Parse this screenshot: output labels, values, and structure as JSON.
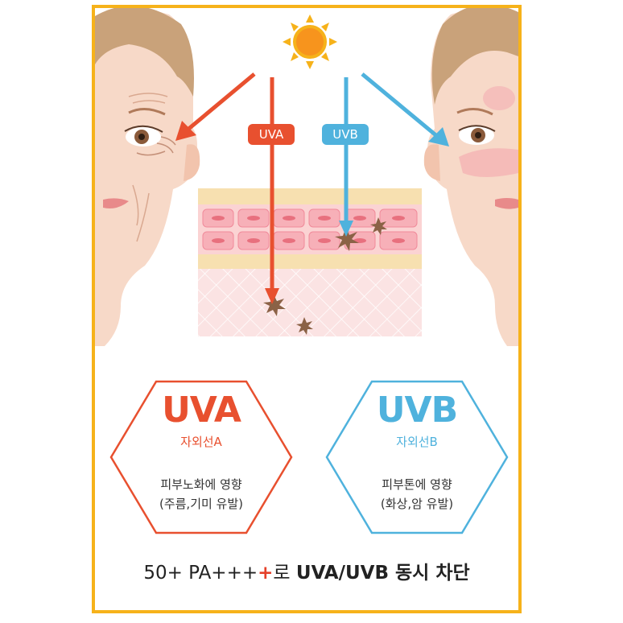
{
  "labels": {
    "uva_tag": "UVA",
    "uvb_tag": "UVB"
  },
  "uva": {
    "title": "UVA",
    "subtitle": "자외선A",
    "desc_line1": "피부노화에 영향",
    "desc_line2": "(주름,기미 유발)"
  },
  "uvb": {
    "title": "UVB",
    "subtitle": "자외선B",
    "desc_line1": "피부톤에 영향",
    "desc_line2": "(화상,암 유발)"
  },
  "bottom": {
    "prefix": "50+ PA+++",
    "plus": "+",
    "suffix_ro": "로 ",
    "bold_text": "UVA/UVB 동시 차단"
  },
  "colors": {
    "border": "#f6b21a",
    "uva": "#e8502f",
    "uvb": "#4fb2dd",
    "skin": "#f6d6c6",
    "hair": "#c9a27a"
  },
  "icons": [
    "sun-icon",
    "face-left-illustration",
    "face-right-illustration",
    "skin-layers-illustration"
  ]
}
